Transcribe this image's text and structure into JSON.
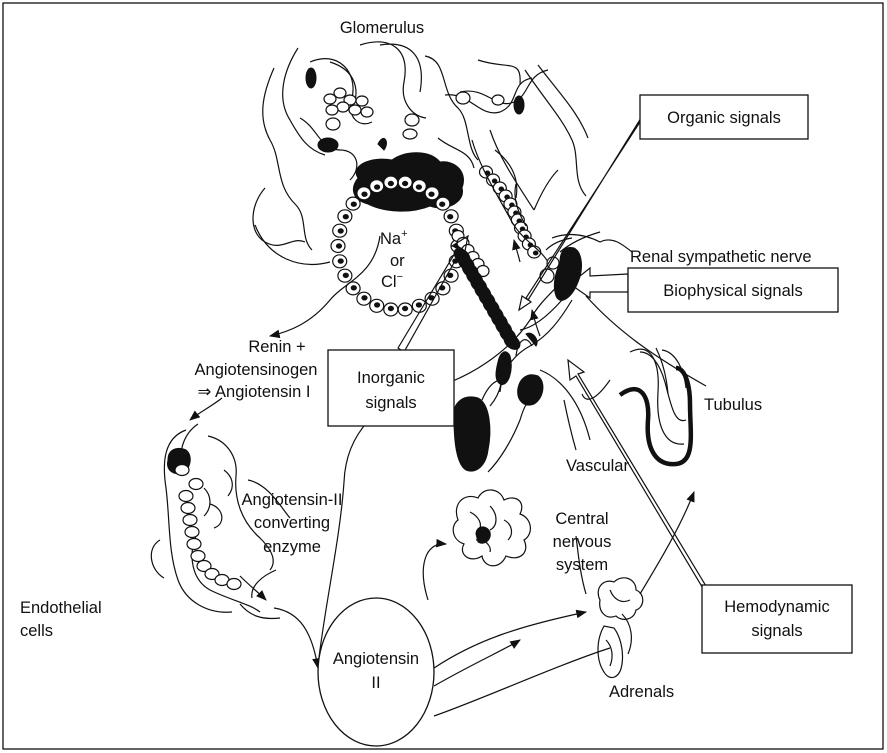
{
  "labels": {
    "glomerulus": "Glomerulus",
    "na": "Na",
    "na_sup": "+",
    "or": "or",
    "cl": "Cl",
    "cl_sup": "−",
    "renal_nerve": "Renal sympathetic nerve",
    "renin_line1": "Renin +",
    "renin_line2": "Angiotensinogen",
    "renin_line3": "⇒ Angiotensin I",
    "tubulus": "Tubulus",
    "vascular": "Vascular",
    "ace_line1": "Angiotensin-II",
    "ace_line2": "converting",
    "ace_line3": "enzyme",
    "cns_line1": "Central",
    "cns_line2": "nervous",
    "cns_line3": "system",
    "endo_line1": "Endothelial",
    "endo_line2": "cells",
    "ang2_line1": "Angiotensin",
    "ang2_line2": "II",
    "adrenals": "Adrenals"
  },
  "boxes": {
    "organic": "Organic signals",
    "biophysical": "Biophysical signals",
    "inorganic_line1": "Inorganic",
    "inorganic_line2": "signals",
    "hemodynamic_line1": "Hemodynamic",
    "hemodynamic_line2": "signals"
  }
}
